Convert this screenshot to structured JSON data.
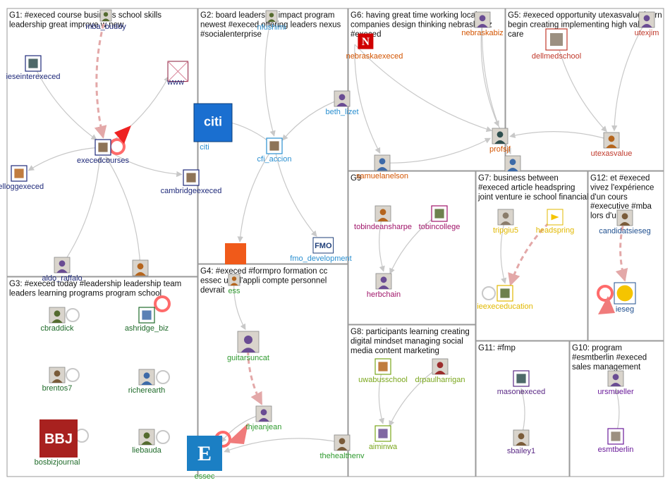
{
  "colors": {
    "G1": "#1f2a7a",
    "G2": "#2a8fd0",
    "G3": "#1f6b2a",
    "G4": "#2e9a2e",
    "G5": "#c0392b",
    "G6": "#d35400",
    "G7": "#e1b800",
    "G8": "#7aa61c",
    "G9": "#a0156a",
    "G10": "#6a1b9a",
    "G11": "#5b2a86",
    "G12": "#1f4f8f",
    "edge": "#c8c8c8",
    "edge_strong": "#e3a8a8",
    "arrow_red": "#ee2222"
  },
  "panels": [
    {
      "id": "G1",
      "lines": [
        "G1: #execed course business school skills",
        "leadership great improve w new"
      ]
    },
    {
      "id": "G2",
      "lines": [
        "G2: board leadership impact program",
        "newest #execed offering leaders nexus",
        "#socialenterprise"
      ]
    },
    {
      "id": "G6",
      "lines": [
        "G6: having great time working local",
        "companies design thinking nebraskabiz",
        "#execed"
      ]
    },
    {
      "id": "G5",
      "lines": [
        "G5: #execed opportunity utexasvalue learn",
        "begin creating implementing high value",
        "care"
      ]
    },
    {
      "id": "G9",
      "lines": [
        "G9"
      ]
    },
    {
      "id": "G7",
      "lines": [
        "G7: business between",
        "#execed article headspring",
        "joint venture ie school financial"
      ]
    },
    {
      "id": "G12",
      "lines": [
        "G12: et #execed",
        "vivez l'expérience",
        "d'un cours",
        "#executive #mba",
        "lors d'une"
      ]
    },
    {
      "id": "G3",
      "lines": [
        "G3: #execed today #leadership leadership team",
        "leaders learning programs program school"
      ]
    },
    {
      "id": "G4",
      "lines": [
        "G4: #execed #formpro formation cc",
        "essec une l'appli compte personnel",
        "devrait"
      ]
    },
    {
      "id": "G8",
      "lines": [
        "G8: participants learning creating",
        "digital mindset managing social",
        "media content marketing"
      ]
    },
    {
      "id": "G11",
      "lines": [
        "G11: #fmp"
      ]
    },
    {
      "id": "G10",
      "lines": [
        "G10: program",
        "#esmtberlin #execed",
        "sales management"
      ]
    }
  ],
  "nodes": [
    {
      "id": "mba_buddy",
      "label": "mba_buddy",
      "group": "G1",
      "icon": "avatar-icon"
    },
    {
      "id": "ieseinterexeced",
      "label": "ieseinterexeced",
      "group": "G1",
      "icon": "logo-icon"
    },
    {
      "id": "www",
      "label": "www",
      "group": "G1",
      "icon": "broken-image-icon"
    },
    {
      "id": "execedcourses",
      "label": "execedcourses",
      "group": "G1",
      "icon": "logo-icon"
    },
    {
      "id": "kelloggexeced",
      "label": "kelloggexeced",
      "group": "G1",
      "icon": "logo-icon"
    },
    {
      "id": "cambridgeexeced",
      "label": "cambridgeexeced",
      "group": "G1",
      "icon": "logo-icon"
    },
    {
      "id": "aldo_raffalo",
      "label": "aldo_raffalo",
      "group": "G1",
      "icon": "avatar-icon"
    },
    {
      "id": "g1_bottom_right",
      "label": "",
      "group": "G1",
      "icon": "avatar-icon"
    },
    {
      "id": "nfushimi",
      "label": "nfushimi",
      "group": "G2",
      "icon": "avatar-icon"
    },
    {
      "id": "citi",
      "label": "citi",
      "group": "G2",
      "icon": "citi-logo-icon"
    },
    {
      "id": "beth_lizet",
      "label": "beth_lizet",
      "group": "G2",
      "icon": "avatar-icon"
    },
    {
      "id": "cfi_accion",
      "label": "cfi_accion",
      "group": "G2",
      "icon": "logo-icon"
    },
    {
      "id": "fmo_development",
      "label": "fmo_development",
      "group": "G2",
      "icon": "fmo-logo-icon"
    },
    {
      "id": "accion",
      "label": "",
      "group": "G2",
      "icon": "accion-logo-icon"
    },
    {
      "id": "nebraskaexeced",
      "label": "nebraskaexeced",
      "group": "G6",
      "icon": "nebraska-logo-icon"
    },
    {
      "id": "nebraskabiz",
      "label": "nebraskabiz",
      "group": "G6",
      "icon": "avatar-icon"
    },
    {
      "id": "profsjf",
      "label": "profsjf",
      "group": "G6",
      "icon": "avatar-icon"
    },
    {
      "id": "samuelanelson",
      "label": "samuelanelson",
      "group": "G6",
      "icon": "avatar-icon"
    },
    {
      "id": "g6_lower",
      "label": "",
      "group": "G6",
      "icon": "avatar-icon"
    },
    {
      "id": "dellmedschool",
      "label": "dellmedschool",
      "group": "G5",
      "icon": "logo-icon"
    },
    {
      "id": "utexjim",
      "label": "utexjim",
      "group": "G5",
      "icon": "avatar-icon"
    },
    {
      "id": "utexasvalue",
      "label": "utexasvalue",
      "group": "G5",
      "icon": "avatar-icon"
    },
    {
      "id": "tobindeansharpe",
      "label": "tobindeansharpe",
      "group": "G9",
      "icon": "avatar-icon"
    },
    {
      "id": "tobincollege",
      "label": "tobincollege",
      "group": "G9",
      "icon": "logo-icon"
    },
    {
      "id": "herbchain",
      "label": "herbchain",
      "group": "G9",
      "icon": "avatar-icon"
    },
    {
      "id": "tripgiu5",
      "label": "tripgiu5",
      "group": "G7",
      "icon": "avatar-icon"
    },
    {
      "id": "headspring",
      "label": "headspring",
      "group": "G7",
      "icon": "headspring-logo-icon"
    },
    {
      "id": "ieexeceducation",
      "label": "ieexeceducation",
      "group": "G7",
      "icon": "logo-icon"
    },
    {
      "id": "candidatsieseg",
      "label": "candidatsieseg",
      "group": "G12",
      "icon": "avatar-icon"
    },
    {
      "id": "ieseg",
      "label": "ieseg",
      "group": "G12",
      "icon": "ieseg-logo-icon"
    },
    {
      "id": "cbraddick",
      "label": "cbraddick",
      "group": "G3",
      "icon": "avatar-icon"
    },
    {
      "id": "ashridge_biz",
      "label": "ashridge_biz",
      "group": "G3",
      "icon": "logo-icon"
    },
    {
      "id": "brentos7",
      "label": "brentos7",
      "group": "G3",
      "icon": "avatar-icon"
    },
    {
      "id": "richerearth",
      "label": "richerearth",
      "group": "G3",
      "icon": "avatar-icon"
    },
    {
      "id": "bosbizjournal",
      "label": "bosbizjournal",
      "group": "G3",
      "icon": "bbj-logo-icon"
    },
    {
      "id": "liebauda",
      "label": "liebauda",
      "group": "G3",
      "icon": "avatar-icon"
    },
    {
      "id": "ess",
      "label": "ess",
      "group": "G4",
      "icon": "avatar-icon"
    },
    {
      "id": "guitarsuncat",
      "label": "guitarsuncat",
      "group": "G4",
      "icon": "avatar-icon"
    },
    {
      "id": "thjeanjean",
      "label": "thjeanjean",
      "group": "G4",
      "icon": "avatar-icon"
    },
    {
      "id": "essec",
      "label": "essec",
      "group": "G4",
      "icon": "essec-logo-icon"
    },
    {
      "id": "thehealthenv",
      "label": "thehealthenv",
      "group": "G4",
      "icon": "avatar-icon"
    },
    {
      "id": "uwabusschool",
      "label": "uwabusschool",
      "group": "G8",
      "icon": "logo-icon"
    },
    {
      "id": "drpaulharrigan",
      "label": "drpaulharrigan",
      "group": "G8",
      "icon": "avatar-icon"
    },
    {
      "id": "aiminwa",
      "label": "aiminwa",
      "group": "G8",
      "icon": "logo-icon"
    },
    {
      "id": "masonexeced",
      "label": "masonexeced",
      "group": "G11",
      "icon": "logo-icon"
    },
    {
      "id": "sbailey1",
      "label": "sbailey1",
      "group": "G11",
      "icon": "avatar-icon"
    },
    {
      "id": "ursmueller",
      "label": "ursmueller",
      "group": "G10",
      "icon": "avatar-icon"
    },
    {
      "id": "esmtberlin",
      "label": "esmtberlin",
      "group": "G10",
      "icon": "logo-icon"
    }
  ],
  "edges": [
    {
      "from": "mba_buddy",
      "to": "execedcourses",
      "style": "strong"
    },
    {
      "from": "ieseinterexeced",
      "to": "execedcourses",
      "style": "normal"
    },
    {
      "from": "execedcourses",
      "to": "www",
      "style": "normal"
    },
    {
      "from": "execedcourses",
      "to": "kelloggexeced",
      "style": "normal"
    },
    {
      "from": "execedcourses",
      "to": "cambridgeexeced",
      "style": "normal"
    },
    {
      "from": "aldo_raffalo",
      "to": "execedcourses",
      "style": "normal"
    },
    {
      "from": "g1_bottom_right",
      "to": "execedcourses",
      "style": "normal"
    },
    {
      "from": "nfushimi",
      "to": "cfi_accion",
      "style": "normal"
    },
    {
      "from": "beth_lizet",
      "to": "cfi_accion",
      "style": "normal"
    },
    {
      "from": "cfi_accion",
      "to": "citi",
      "style": "normal"
    },
    {
      "from": "cfi_accion",
      "to": "fmo_development",
      "style": "normal"
    },
    {
      "from": "cfi_accion",
      "to": "accion",
      "style": "normal"
    },
    {
      "from": "nebraskaexeced",
      "to": "samuelanelson",
      "style": "normal"
    },
    {
      "from": "nebraskaexeced",
      "to": "profsjf",
      "style": "normal"
    },
    {
      "from": "nebraskabiz",
      "to": "profsjf",
      "style": "normal"
    },
    {
      "from": "nebraskabiz",
      "to": "g6_lower",
      "style": "normal"
    },
    {
      "from": "samuelanelson",
      "to": "profsjf",
      "style": "normal"
    },
    {
      "from": "utexjim",
      "to": "utexasvalue",
      "style": "normal"
    },
    {
      "from": "dellmedschool",
      "to": "utexasvalue",
      "style": "normal"
    },
    {
      "from": "utexasvalue",
      "to": "profsjf",
      "style": "normal"
    },
    {
      "from": "tobincollege",
      "to": "herbchain",
      "style": "normal"
    },
    {
      "from": "tobindeansharpe",
      "to": "herbchain",
      "style": "normal"
    },
    {
      "from": "tripgiu5",
      "to": "ieexeceducation",
      "style": "normal"
    },
    {
      "from": "headspring",
      "to": "ieexeceducation",
      "style": "strong"
    },
    {
      "from": "candidatsieseg",
      "to": "ieseg",
      "style": "strong"
    },
    {
      "from": "ess",
      "to": "guitarsuncat",
      "style": "normal"
    },
    {
      "from": "guitarsuncat",
      "to": "thjeanjean",
      "style": "strong"
    },
    {
      "from": "thjeanjean",
      "to": "essec",
      "style": "normal"
    },
    {
      "from": "thehealthenv",
      "to": "essec",
      "style": "normal"
    },
    {
      "from": "uwabusschool",
      "to": "aiminwa",
      "style": "normal"
    },
    {
      "from": "drpaulharrigan",
      "to": "aiminwa",
      "style": "normal"
    },
    {
      "from": "sbailey1",
      "to": "masonexeced",
      "style": "normal"
    },
    {
      "from": "esmtberlin",
      "to": "ursmueller",
      "style": "normal"
    }
  ]
}
